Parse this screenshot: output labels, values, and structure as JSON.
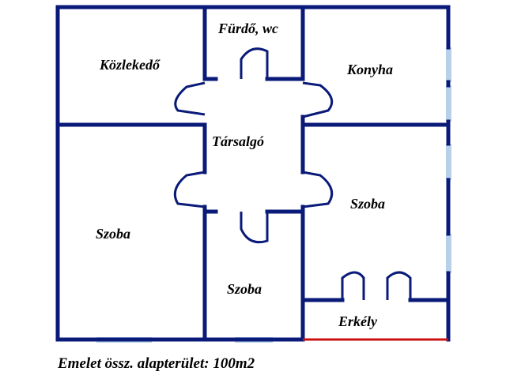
{
  "rooms": {
    "furdo_wc": "Fürdő, wc",
    "kozlekedo": "Közlekedő",
    "konyha": "Konyha",
    "tarsalgo": "Társalgó",
    "szoba_right": "Szoba",
    "szoba_left": "Szoba",
    "szoba_small": "Szoba",
    "erkely": "Erkély"
  },
  "caption": "Emelet össz. alapterület: 100m2",
  "colors": {
    "wall": "#0a1a78",
    "window": "#b8d0ea",
    "balcony_edge": "#cc1111",
    "background": "#ffffff"
  }
}
